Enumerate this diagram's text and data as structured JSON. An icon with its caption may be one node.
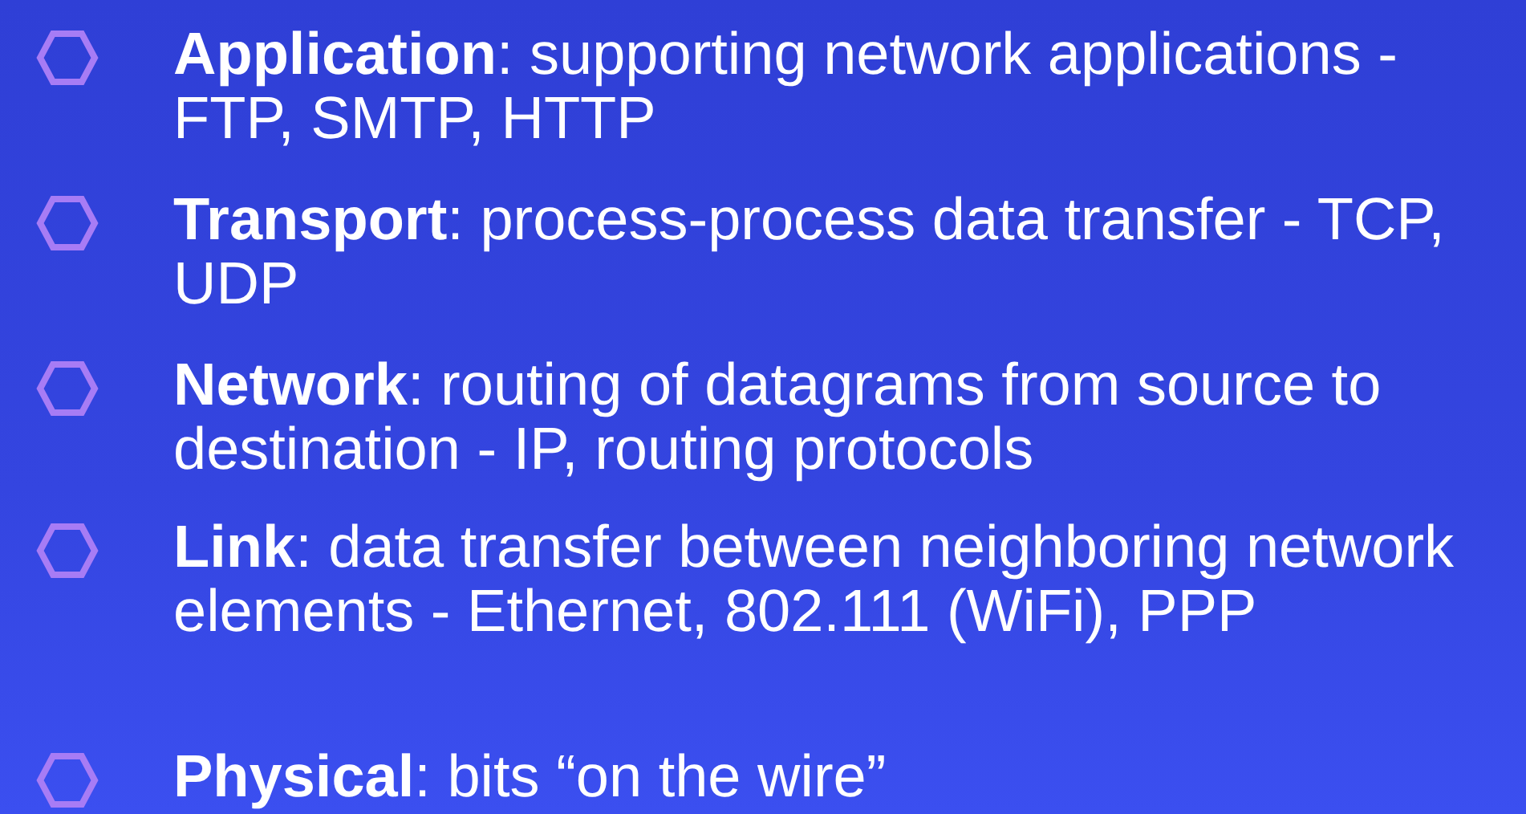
{
  "diagram": {
    "labels": [
      "**Application**: supporting network applications - FTP, SMTP, HTTP",
      "**Transport**: process-process data transfer - TCP, UDP",
      "**Network**: routing of datagrams from source to destination - IP, routing protocols",
      "**Link**: data transfer between neighboring network elements - Ethernet, 802.111 (WiFi), PPP",
      "**Physical**: bits “on the wire”"
    ]
  }
}
